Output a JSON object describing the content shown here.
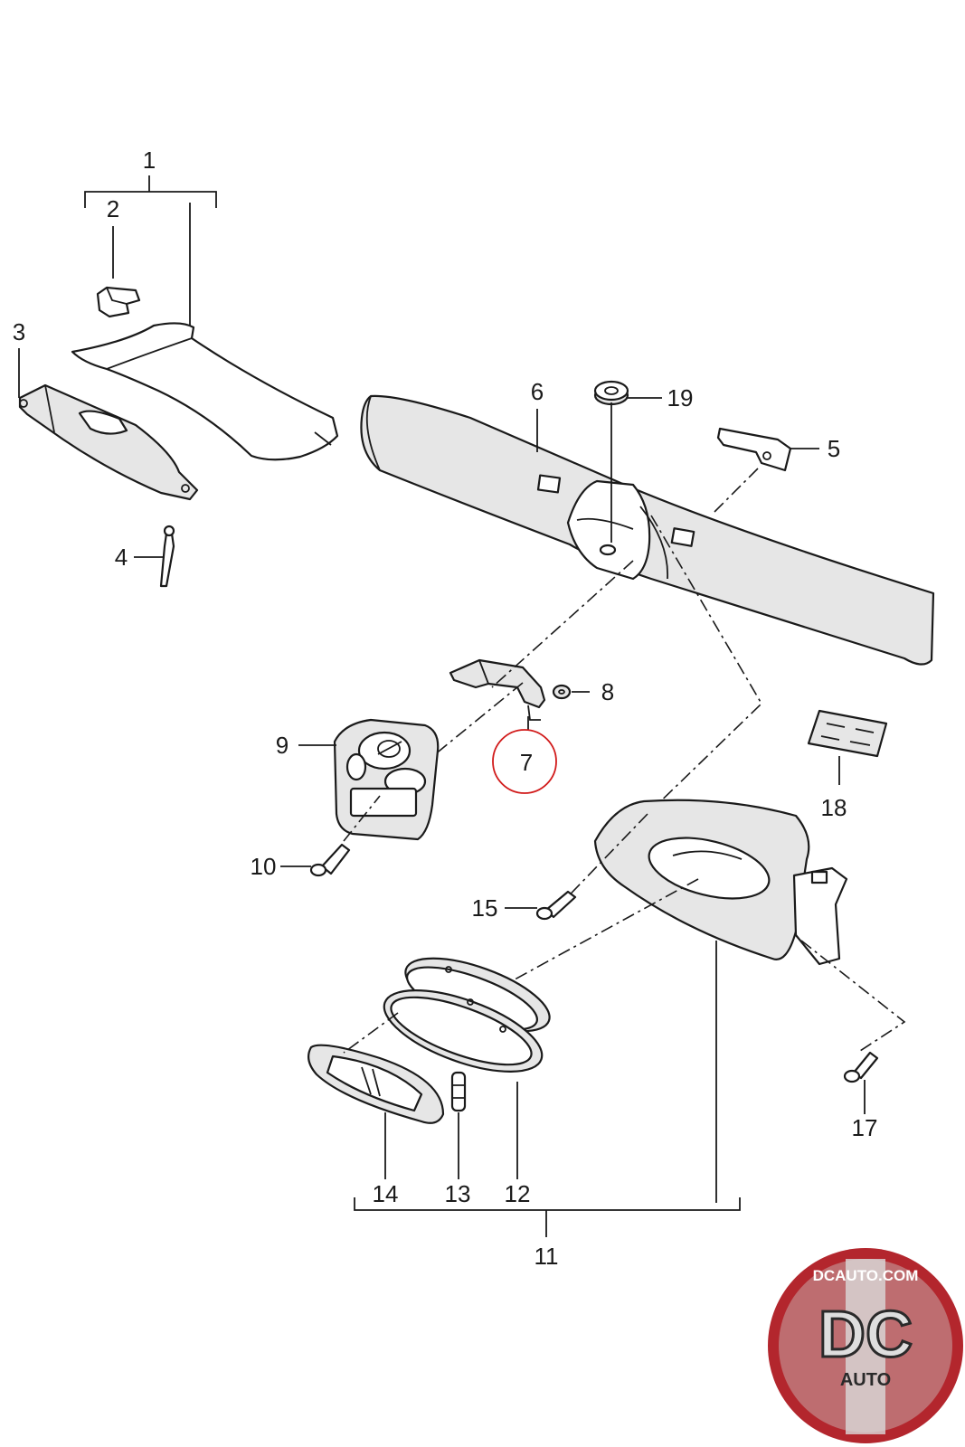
{
  "callouts": {
    "c1": "1",
    "c2": "2",
    "c3": "3",
    "c4": "4",
    "c5": "5",
    "c6": "6",
    "c7": "7",
    "c8": "8",
    "c9": "9",
    "c10": "10",
    "c11": "11",
    "c12": "12",
    "c13": "13",
    "c14": "14",
    "c15": "15",
    "c17": "17",
    "c18": "18",
    "c19": "19"
  },
  "highlighted_callout": "7",
  "colors": {
    "line": "#1a1a1a",
    "highlight": "#d11a1a",
    "logo_red": "#b3262d",
    "logo_silver": "#c9c9c9"
  },
  "logo": {
    "brand": "DCAUTO.COM",
    "initials": "DC",
    "word": "AUTO"
  }
}
